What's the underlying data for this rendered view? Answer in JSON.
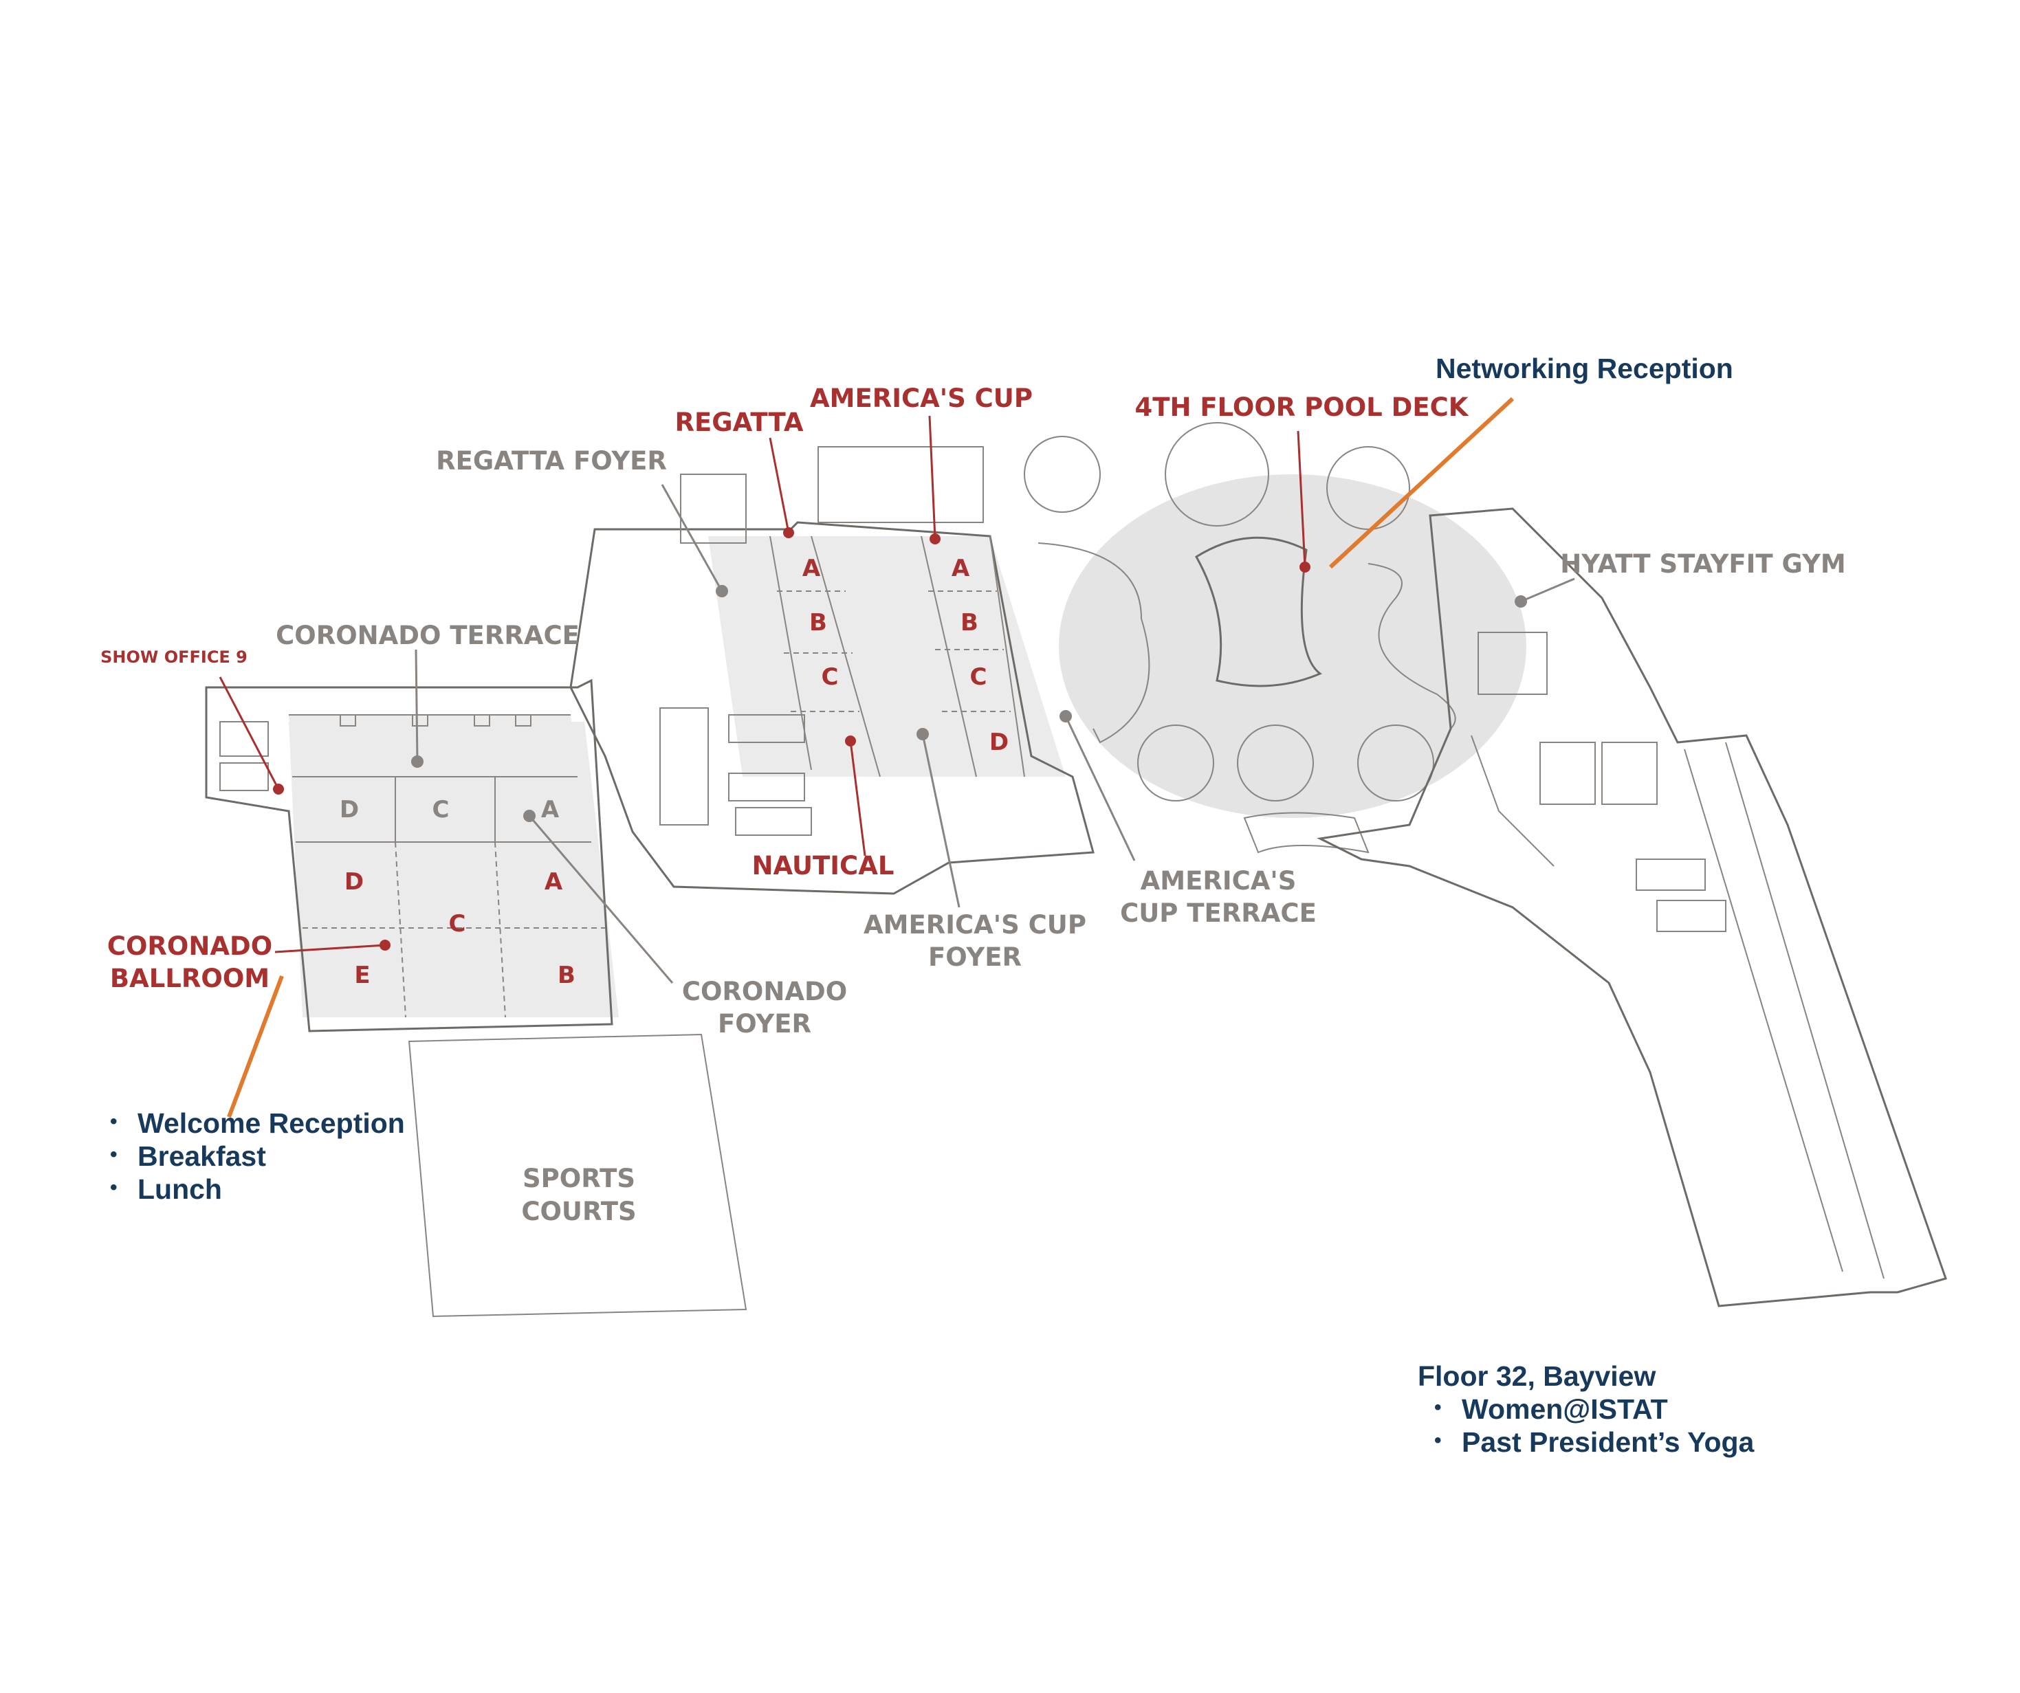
{
  "map": {
    "labels": {
      "america_cup": "AMERICA'S CUP",
      "regatta": "REGATTA",
      "pool_deck": "4TH FLOOR POOL DECK",
      "regatta_foyer": "REGATTA FOYER",
      "hyatt_gym": "HYATT STAYFIT GYM",
      "coronado_terrace": "CORONADO TERRACE",
      "show_office": "SHOW OFFICE 9",
      "nautical": "NAUTICAL",
      "america_cup_terrace_1": "AMERICA'S",
      "america_cup_terrace_2": "CUP TERRACE",
      "america_cup_foyer_1": "AMERICA'S CUP",
      "america_cup_foyer_2": "FOYER",
      "coronado_ballroom_1": "CORONADO",
      "coronado_ballroom_2": "BALLROOM",
      "coronado_foyer_1": "CORONADO",
      "coronado_foyer_2": "FOYER",
      "sports_courts_1": "SPORTS",
      "sports_courts_2": "COURTS"
    },
    "regatta_sections": [
      "A",
      "B",
      "C"
    ],
    "america_cup_sections": [
      "A",
      "B",
      "C",
      "D"
    ],
    "ballroom_top_row": [
      "D",
      "C",
      "A"
    ],
    "ballroom_sections": {
      "d2": "D",
      "a2": "A",
      "c": "C",
      "e": "E",
      "b": "B"
    },
    "colors": {
      "room_label": "#a8312f",
      "area_label": "#8a8480",
      "annotation": "#16395c",
      "callout_line": "#e07b2e"
    }
  },
  "annotations": {
    "networking": "Networking Reception",
    "ballroom_events": [
      "Welcome Reception",
      "Breakfast",
      "Lunch"
    ],
    "floor32": {
      "heading": "Floor 32, Bayview",
      "events": [
        "Women@ISTAT",
        "Past President’s Yoga"
      ]
    }
  }
}
